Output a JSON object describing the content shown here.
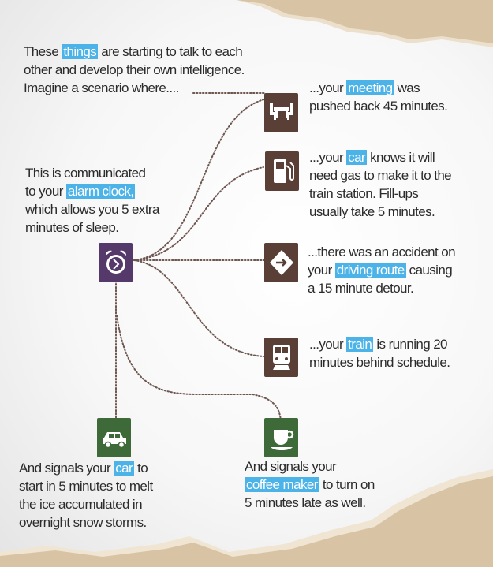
{
  "colors": {
    "highlight": "#4bb3e8",
    "brown": "#5a3f37",
    "purple": "#55396b",
    "green": "#3e6a39",
    "paper": "#d8c4a4",
    "dots": "#6e5650"
  },
  "blocks": {
    "intro": {
      "lines": [
        [
          {
            "t": "These "
          },
          {
            "t": "things",
            "hl": true
          },
          {
            "t": " are starting to talk to each"
          }
        ],
        [
          {
            "t": "other and develop their own intelligence."
          }
        ],
        [
          {
            "t": "Imagine a scenario where...."
          }
        ]
      ]
    },
    "meeting": {
      "icon": "meeting-table-icon",
      "lines": [
        [
          {
            "t": "...your "
          },
          {
            "t": "meeting",
            "hl": true
          },
          {
            "t": " was"
          }
        ],
        [
          {
            "t": "pushed back 45 minutes."
          }
        ]
      ]
    },
    "gas": {
      "icon": "gas-pump-icon",
      "lines": [
        [
          {
            "t": "...your "
          },
          {
            "t": "car",
            "hl": true
          },
          {
            "t": " knows it will"
          }
        ],
        [
          {
            "t": "need gas to make it to the"
          }
        ],
        [
          {
            "t": "train station.  Fill-ups"
          }
        ],
        [
          {
            "t": "usually take 5 minutes."
          }
        ]
      ]
    },
    "route": {
      "icon": "detour-sign-icon",
      "lines": [
        [
          {
            "t": "...there was an accident on"
          }
        ],
        [
          {
            "t": "your "
          },
          {
            "t": "driving route",
            "hl": true
          },
          {
            "t": " causing"
          }
        ],
        [
          {
            "t": "a 15 minute detour."
          }
        ]
      ]
    },
    "train": {
      "icon": "train-icon",
      "lines": [
        [
          {
            "t": "...your "
          },
          {
            "t": "train",
            "hl": true
          },
          {
            "t": " is running 20"
          }
        ],
        [
          {
            "t": "minutes behind schedule."
          }
        ]
      ]
    },
    "alarm": {
      "icon": "alarm-clock-icon",
      "lines": [
        [
          {
            "t": "This is communicated"
          }
        ],
        [
          {
            "t": "to your "
          },
          {
            "t": "alarm clock,",
            "hl": true
          }
        ],
        [
          {
            "t": "which allows you 5 extra"
          }
        ],
        [
          {
            "t": "minutes of sleep."
          }
        ]
      ]
    },
    "car": {
      "icon": "car-icon",
      "lines": [
        [
          {
            "t": "And signals your "
          },
          {
            "t": "car",
            "hl": true
          },
          {
            "t": " to"
          }
        ],
        [
          {
            "t": "start in 5 minutes to melt"
          }
        ],
        [
          {
            "t": "the ice accumulated in"
          }
        ],
        [
          {
            "t": "overnight snow storms."
          }
        ]
      ]
    },
    "coffee": {
      "icon": "coffee-cup-icon",
      "lines": [
        [
          {
            "t": "And signals your"
          }
        ],
        [
          {
            "t": "coffee maker",
            "hl": true
          },
          {
            "t": " to turn on"
          }
        ],
        [
          {
            "t": "5 minutes late as well."
          }
        ]
      ]
    }
  }
}
